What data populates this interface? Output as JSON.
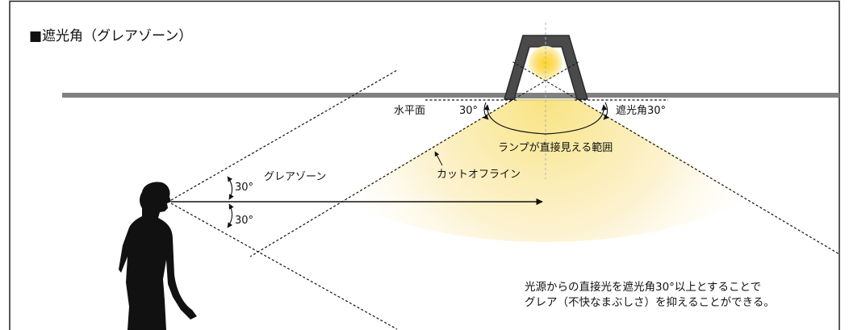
{
  "diagram": {
    "title": "■遮光角（グレアゾーン）",
    "labels": {
      "horizontal_plane": "水平面",
      "angle_left": "30°",
      "shield_angle": "遮光角30°",
      "lamp_visible_range": "ランプが直接見える範囲",
      "cutoff_line": "カットオフライン",
      "glare_upper_angle": "30°",
      "glare_zone": "グレアゾーン",
      "glare_lower_angle": "30°"
    },
    "note": {
      "line1": "光源からの直接光を遮光角30°以上とすることで",
      "line2": "グレア（不快なまぶしさ）を抑えることができる。"
    }
  },
  "colors": {
    "border": "#222222",
    "ceiling": "#808080",
    "fixture": "#4a4a4a",
    "lamp_glow": "#f9d43a",
    "light_cone": "#fbeec0",
    "line": "#111111",
    "silhouette": "#111111"
  }
}
